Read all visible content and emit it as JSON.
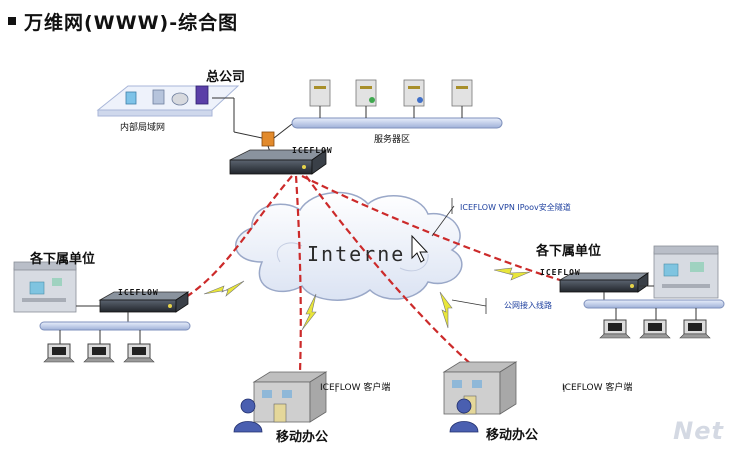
{
  "title": "万维网(WWW)-综合图",
  "labels": {
    "hq": "总公司",
    "lan": "内部局域网",
    "server_zone": "服务器区",
    "device": "ICEFLOW",
    "vpn_tunnel": "ICEFLOW VPN IPoov安全隧道",
    "internet": "Interne",
    "branch_left": "各下属单位",
    "branch_right": "各下属单位",
    "public_line": "公网接入线路",
    "client": "ICEFLOW 客户端",
    "mobile_office": "移动办公"
  },
  "watermark": "Net",
  "colors": {
    "tunnel": "#cc2a2a",
    "lightning": "#e9e63a",
    "cable": "#3a3a3a",
    "bus": "#b9c8e8",
    "building": "#cfcfcf",
    "cloud": "#eef2fb"
  },
  "icons": [
    "server-icon",
    "router-icon",
    "firewall-icon",
    "computer-icon",
    "building-icon",
    "person-icon",
    "cursor-icon",
    "lightning-icon"
  ]
}
